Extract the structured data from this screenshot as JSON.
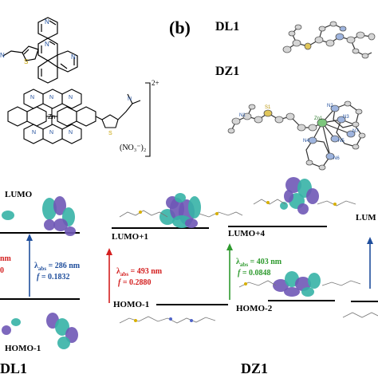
{
  "panel_b": {
    "label": "(b)"
  },
  "crystal": {
    "dl1_label": "DL1",
    "dz1_label": "DZ1",
    "atoms": [
      "S1",
      "N1",
      "N2",
      "N3",
      "N4",
      "N5",
      "N6",
      "N7",
      "Zn1"
    ]
  },
  "complex": {
    "metal": "Zn",
    "charge": "2+",
    "counterion": "(NO₃⁻)₂"
  },
  "energy_diagram": {
    "dl1": {
      "name": "DL1",
      "upper_orbital": "LUMO",
      "lower_orbital": "HOMO-1",
      "transition": {
        "lambda": "λ",
        "sub": "abs",
        "value": " = 286 nm",
        "f_italic": "f",
        "f_value": " = 0.1832",
        "color": "#1f4e9c"
      },
      "partial_red_1": "nm",
      "partial_red_2": "0"
    },
    "dz1": {
      "name": "DZ1",
      "orbitals": [
        "LUMO+1",
        "HOMO-1",
        "LUMO+4",
        "HOMO-2",
        "LUM"
      ],
      "transitions": [
        {
          "lambda": "λ",
          "sub": "abs",
          "value": " = 493 nm",
          "f_italic": "f",
          "f_value": " = 0.2880",
          "color": "#d42020"
        },
        {
          "lambda": "λ",
          "sub": "abs",
          "value": " = 403 nm",
          "f_italic": "f",
          "f_value": " = 0.0848",
          "color": "#2e9a2e"
        }
      ]
    }
  },
  "bottom_labels": {
    "left": "DL1",
    "right": "DZ1"
  },
  "colors": {
    "lobe_purple": "#6f58b6",
    "lobe_teal": "#36b3a6",
    "red": "#d42020",
    "green": "#2e9a2e",
    "blue": "#1f4e9c"
  }
}
